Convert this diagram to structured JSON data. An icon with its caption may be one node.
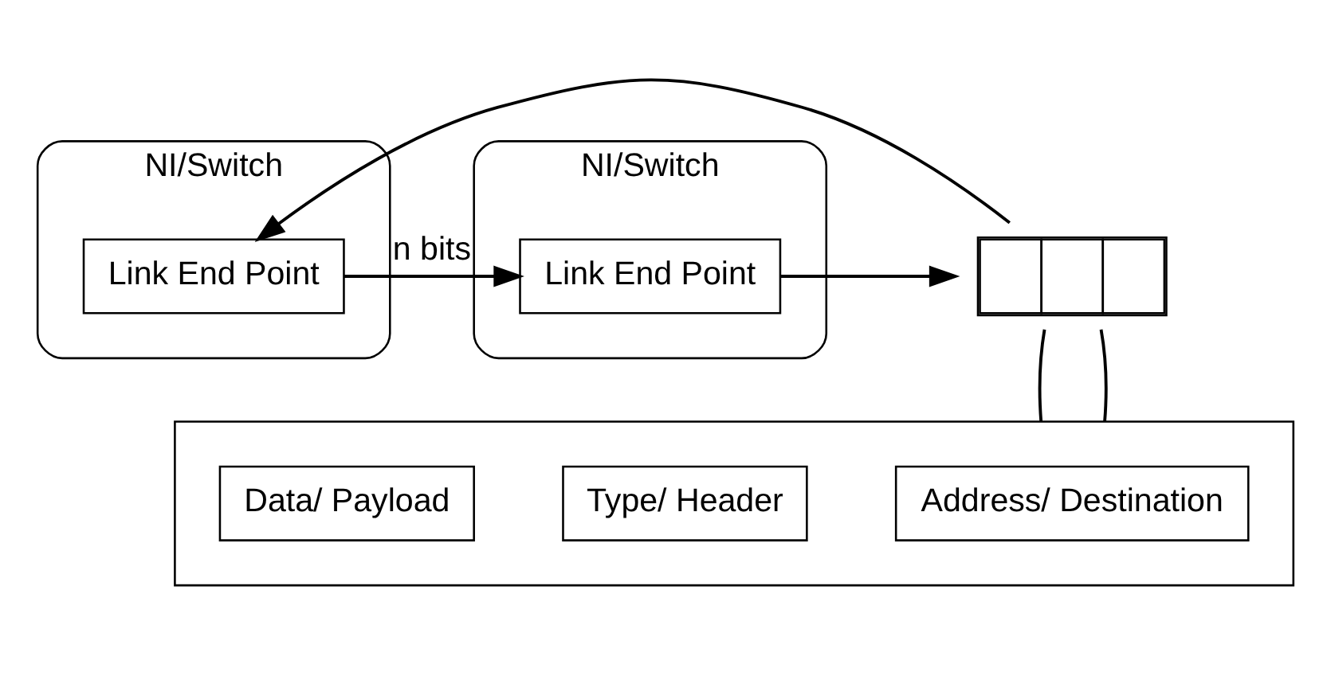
{
  "diagram": {
    "nodes": [
      {
        "text": [
          "NI/Switch"
        ]
      },
      {
        "text": [
          "Link End Point"
        ],
        "in": 0
      },
      {
        "text": [
          "NI/Switch"
        ]
      },
      {
        "text": [
          "Link End Point"
        ],
        "in": 2
      },
      {
        "text": [],
        "shape": "box"
      },
      {
        "text": [],
        "shape": "box"
      },
      {
        "text": [
          "Address/ Destination"
        ],
        "in": 5
      },
      {
        "text": [
          "Type/ Header"
        ],
        "in": 5
      },
      {
        "text": [
          "Data/ Payload"
        ],
        "in": 5
      }
    ],
    "edges": [
      {
        "from": 1,
        "to": 3,
        "arrow": "to",
        "label": "n bits"
      },
      {
        "from": 4,
        "to": 1,
        "arrow": "to"
      },
      {
        "from": 3,
        "to": 4,
        "arrow": "to"
      },
      {
        "from": 4,
        "to": 5,
        "arrow": "none"
      },
      {
        "from": 4,
        "to": 5,
        "arrow": "none"
      }
    ]
  }
}
